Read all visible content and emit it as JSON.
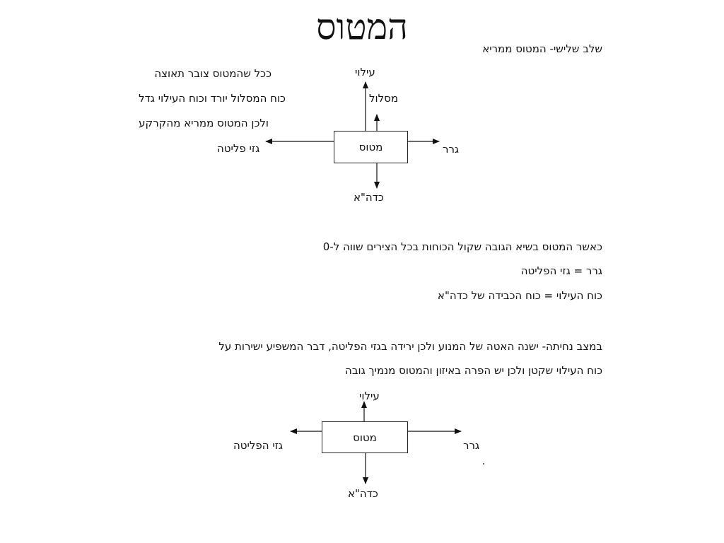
{
  "title": "המטוס",
  "stage3": {
    "heading": "שלב שלישי- המטוס ממריא",
    "notes": [
      "ככל שהמטוס צובר תאוצה",
      "כוח המסלול יורד וכוח העילוי גדל",
      "ולכן המטוס ממריא מהקרקע"
    ],
    "diagram": {
      "box": "מטוס",
      "lift": "עילוי",
      "runway": "מסלול",
      "drag": "גרר",
      "exhaust": "גזי פליטה",
      "weight": "כדה\"א"
    }
  },
  "top_of_climb": {
    "line1": "כאשר המטוס בשיא הגובה שקול הכוחות בכל הצירים שווה ל-0",
    "line2": "גרר = גזי הפליטה",
    "line3": "כוח העילוי = כוח הכבידה של כדה\"א"
  },
  "descent": {
    "line1": "במצב נחיתה- ישנה האטה של המנוע ולכן ירידה בגזי הפליטה, דבר המשפיע ישירות על",
    "line2": "כוח העילוי שקטן ולכן יש הפרה באיזון והמטוס מנמיך גובה",
    "diagram": {
      "box": "מטוס",
      "lift": "עילוי",
      "drag": "גרר",
      "exhaust": "גזי הפליטה",
      "weight": "כדה\"א"
    }
  }
}
